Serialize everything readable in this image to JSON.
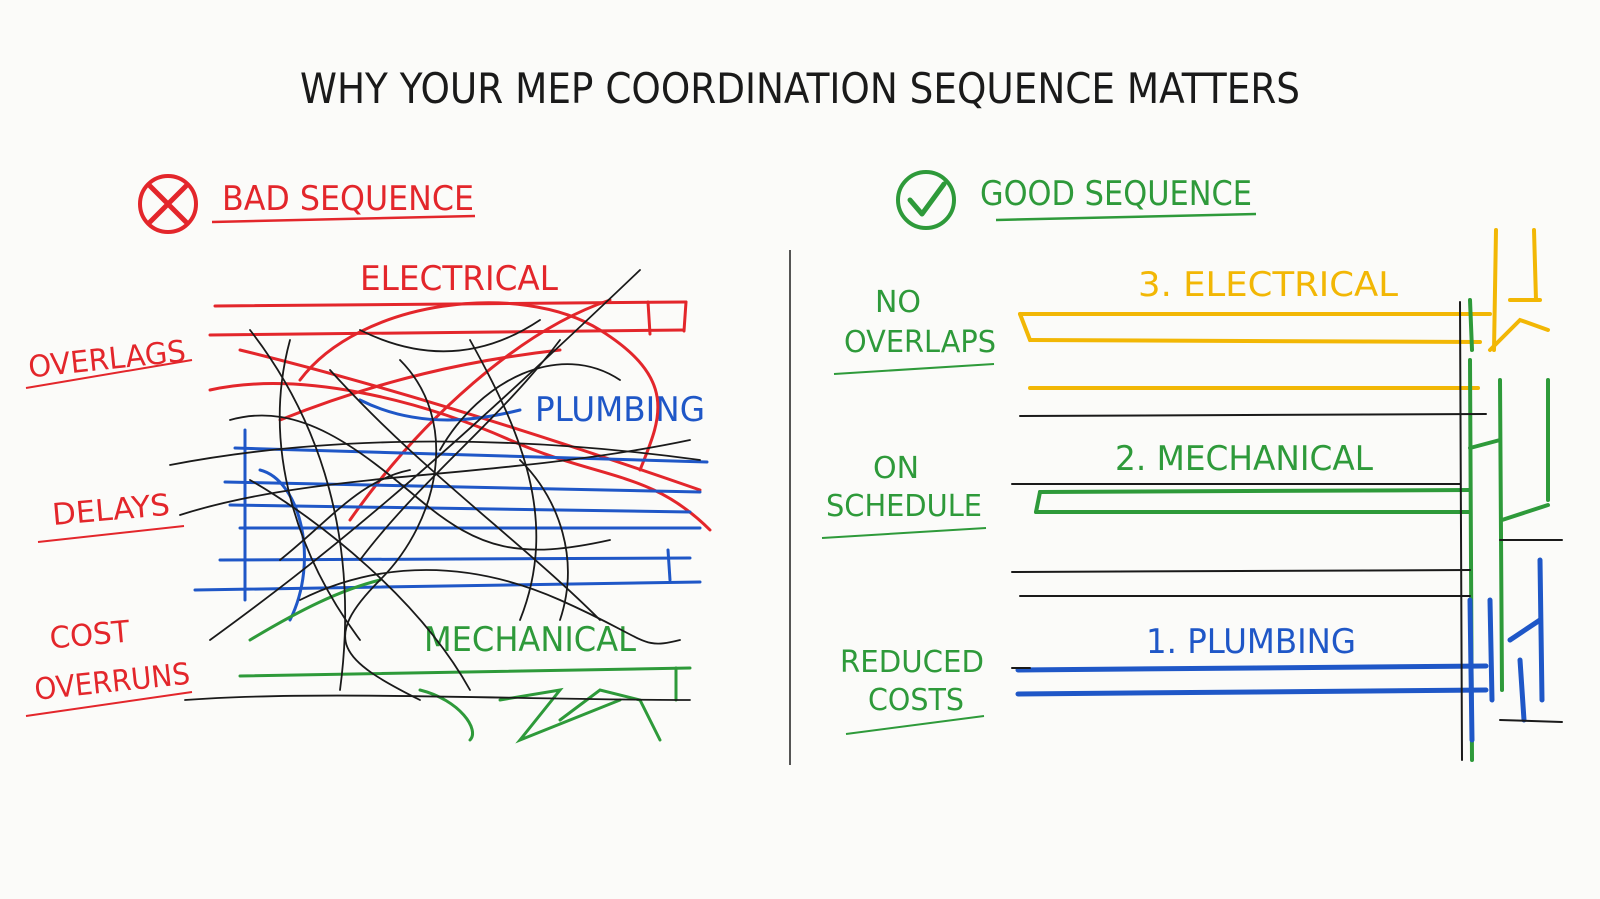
{
  "title": "WHY YOUR MEP COORDINATION SEQUENCE MATTERS",
  "colors": {
    "ink": "#1a1a1a",
    "red": "#e3262b",
    "green": "#2e9a3a",
    "blue": "#1f57c7",
    "yellow": "#f2b705",
    "divider": "#555555"
  },
  "bad": {
    "icon": "x-circle-icon",
    "heading": "BAD SEQUENCE",
    "labels": {
      "electrical": "ELECTRICAL",
      "plumbing": "PLUMBING",
      "mechanical": "MECHANICAL"
    },
    "outcomes": [
      {
        "lines": [
          "OVERLAGS"
        ]
      },
      {
        "lines": [
          "DELAYS"
        ]
      },
      {
        "lines": [
          "COST",
          "OVERRUNS"
        ]
      }
    ]
  },
  "good": {
    "icon": "check-circle-icon",
    "heading": "GOOD SEQUENCE",
    "labels": {
      "electrical": "3. ELECTRICAL",
      "mechanical": "2. MECHANICAL",
      "plumbing": "1. PLUMBING"
    },
    "outcomes": [
      {
        "lines": [
          "NO",
          "OVERLAPS"
        ]
      },
      {
        "lines": [
          "ON",
          "SCHEDULE"
        ]
      },
      {
        "lines": [
          "REDUCED",
          "COSTS"
        ]
      }
    ]
  }
}
